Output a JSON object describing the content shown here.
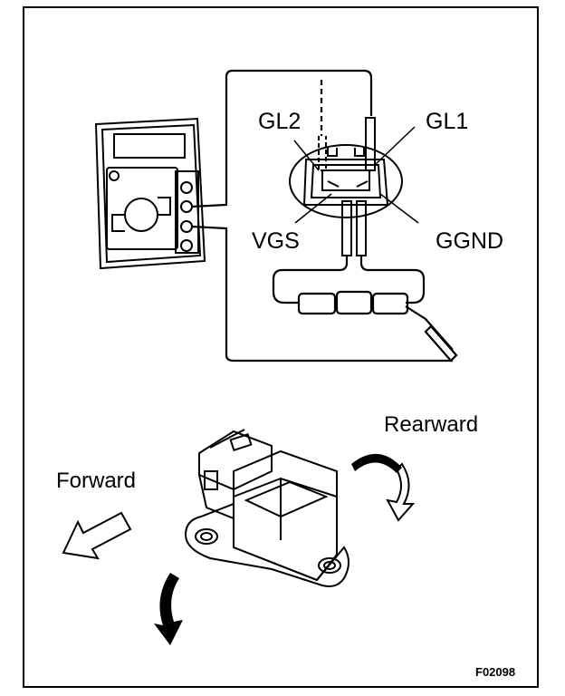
{
  "labels": {
    "gl2": "GL2",
    "gl1": "GL1",
    "vgs": "VGS",
    "ggnd": "GGND",
    "rearward": "Rearward",
    "forward": "Forward",
    "figure_id": "F02098"
  },
  "icons": {
    "multimeter": "multimeter-icon",
    "connector": "connector-icon",
    "sensor": "yaw-rate-sensor-icon",
    "forward_arrow": "arrow-left-down-icon",
    "rearward_arrow": "curved-arrow-icon",
    "tilt_arrow": "curved-arrow-down-icon"
  },
  "colors": {
    "line": "#000000",
    "background": "#ffffff"
  }
}
